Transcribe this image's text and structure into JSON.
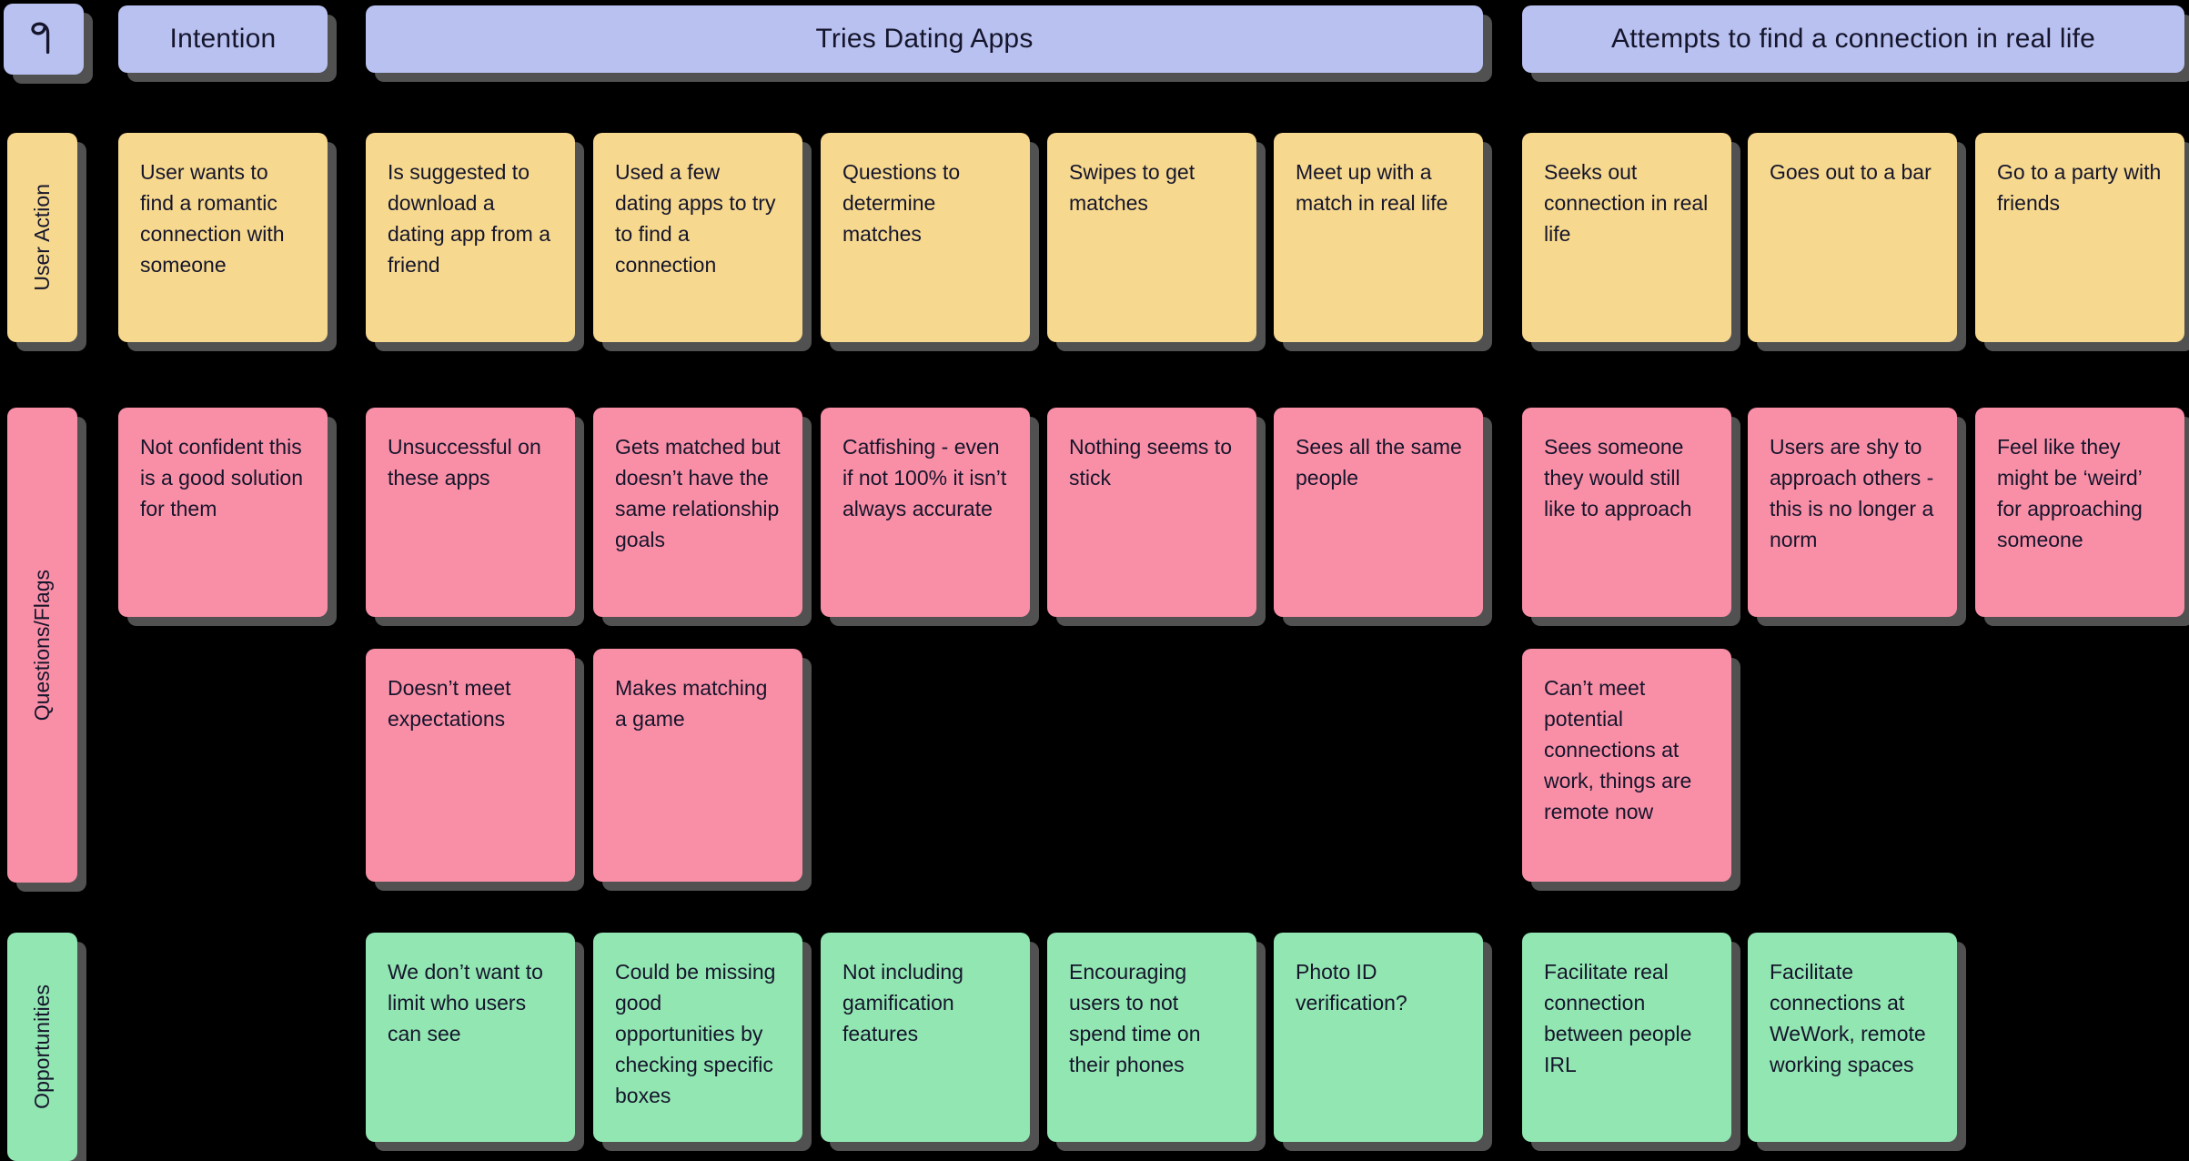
{
  "board": {
    "background": "#000000",
    "tool_icon": "sprout-icon"
  },
  "colors": {
    "header_card": "#b9c1f1",
    "user_action": "#f6d88e",
    "questions_flags": "#f98fa7",
    "opportunities": "#92e6b2",
    "text": "#15152b",
    "canvas_background": "#000000"
  },
  "headers": [
    {
      "label": "Intention"
    },
    {
      "label": "Tries Dating Apps"
    },
    {
      "label": "Attempts to find a connection in real life"
    }
  ],
  "row_labels": [
    {
      "label": "User Action",
      "color": "#f6d88e"
    },
    {
      "label": "Questions/Flags",
      "color": "#f98fa7"
    },
    {
      "label": "Opportunities",
      "color": "#92e6b2"
    }
  ],
  "notes": [
    {
      "row": "User Action",
      "col": 1,
      "text": "User wants to find a romantic connection with someone"
    },
    {
      "row": "User Action",
      "col": 2,
      "text": "Is suggested to download a dating app from a friend"
    },
    {
      "row": "User Action",
      "col": 3,
      "text": "Used a few dating apps to try to find a connection"
    },
    {
      "row": "User Action",
      "col": 4,
      "text": "Questions to determine matches"
    },
    {
      "row": "User Action",
      "col": 5,
      "text": "Swipes to get matches"
    },
    {
      "row": "User Action",
      "col": 6,
      "text": "Meet up with a match in real life"
    },
    {
      "row": "User Action",
      "col": 7,
      "text": "Seeks out connection in real life"
    },
    {
      "row": "User Action",
      "col": 8,
      "text": "Goes out to a bar"
    },
    {
      "row": "User Action",
      "col": 9,
      "text": "Go to a party with friends"
    },
    {
      "row": "Questions/Flags",
      "col": 1,
      "text": "Not confident this is a good solution for them"
    },
    {
      "row": "Questions/Flags",
      "col": 2,
      "text": "Unsuccessful on these apps"
    },
    {
      "row": "Questions/Flags",
      "col": 3,
      "text": "Gets matched but doesn’t have the same relationship goals"
    },
    {
      "row": "Questions/Flags",
      "col": 4,
      "text": "Catfishing - even if not 100% it isn’t always accurate"
    },
    {
      "row": "Questions/Flags",
      "col": 5,
      "text": "Nothing seems to stick"
    },
    {
      "row": "Questions/Flags",
      "col": 6,
      "text": "Sees all the same people"
    },
    {
      "row": "Questions/Flags",
      "col": 7,
      "text": "Sees someone they would still like to approach"
    },
    {
      "row": "Questions/Flags",
      "col": 8,
      "text": "Users are shy to approach others - this is no longer a norm"
    },
    {
      "row": "Questions/Flags",
      "col": 9,
      "text": "Feel like they might be ‘weird’ for approaching someone"
    },
    {
      "row": "Questions/Flags",
      "col": 2,
      "text": "Doesn’t meet expectations"
    },
    {
      "row": "Questions/Flags",
      "col": 3,
      "text": "Makes matching a game"
    },
    {
      "row": "Questions/Flags",
      "col": 7,
      "text": "Can’t meet potential connections at work, things are remote now"
    },
    {
      "row": "Opportunities",
      "col": 2,
      "text": "We don’t want to limit who users can see"
    },
    {
      "row": "Opportunities",
      "col": 3,
      "text": "Could be missing good opportunities by checking specific boxes"
    },
    {
      "row": "Opportunities",
      "col": 4,
      "text": "Not including gamification features"
    },
    {
      "row": "Opportunities",
      "col": 5,
      "text": "Encouraging users to not spend time on their phones"
    },
    {
      "row": "Opportunities",
      "col": 6,
      "text": "Photo ID verification?"
    },
    {
      "row": "Opportunities",
      "col": 7,
      "text": "Facilitate real connection between people IRL"
    },
    {
      "row": "Opportunities",
      "col": 8,
      "text": "Facilitate connections at WeWork, remote working spaces"
    }
  ]
}
